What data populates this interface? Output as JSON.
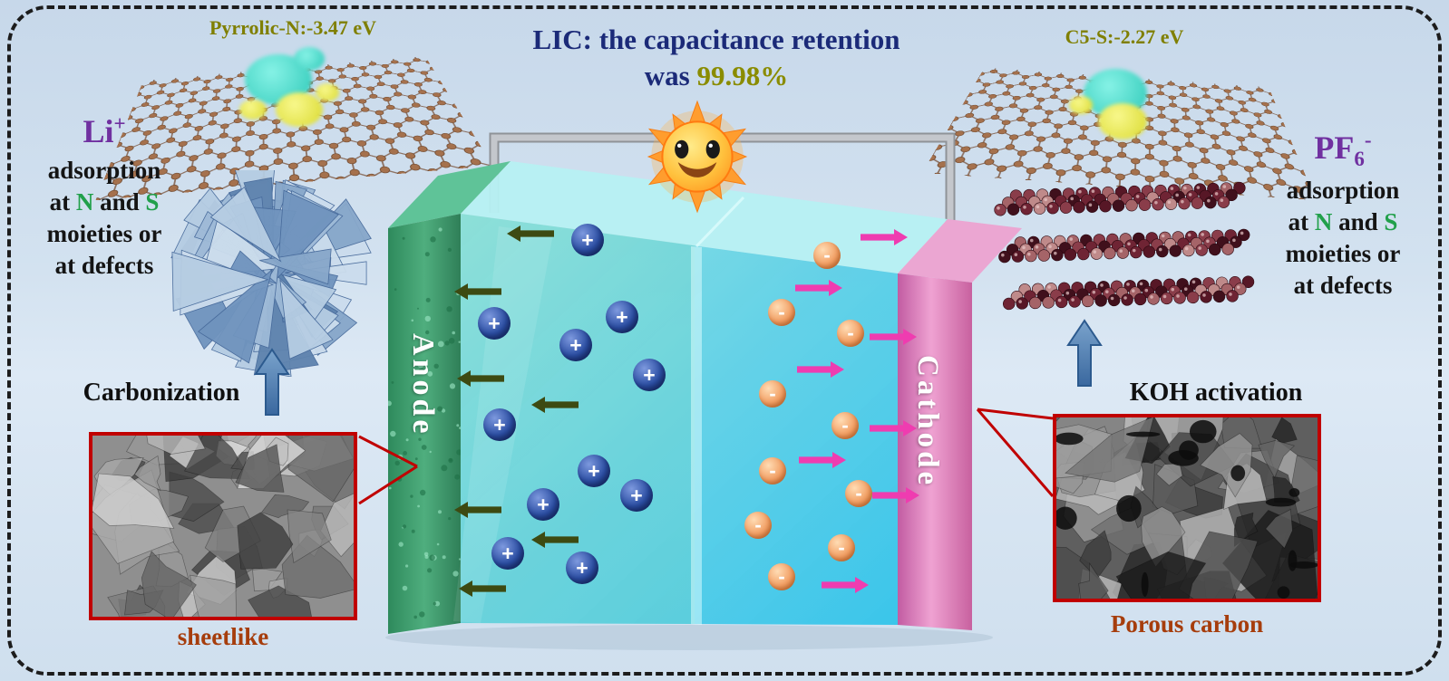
{
  "colors": {
    "background": "#cfdfee",
    "frame_border": "#1c1c1c",
    "title_text": "#1b2a78",
    "retention_value": "#8a8c00",
    "molecule_label": "#7f7f00",
    "ion_label": "#7030a0",
    "heteroatom_green": "#21a04a",
    "caption_brown": "#a63d0c",
    "sem_border": "#c00000",
    "process_arrow_blue": "#4f7fb5",
    "anode_green": "#3f9e71",
    "cathode_pink": "#d873b5",
    "cation_blue": "#2c4fa4",
    "anion_orange": "#f2a065",
    "cation_arrow": "#3d4a12",
    "anion_arrow": "#ef3cb0"
  },
  "title": {
    "line1": "LIC: the capacitance retention",
    "line2_prefix": "was ",
    "retention": "99.98%"
  },
  "left_panel": {
    "molecule_label": "Pyrrolic-N:-3.47 eV",
    "ion_base": "Li",
    "ion_sup": "+",
    "lines": {
      "l1": "adsorption",
      "l2_pre": "at ",
      "l2_n": "N",
      "l2_mid": " and ",
      "l2_s": "S",
      "l3": "moieties or",
      "l4": "at  defects"
    },
    "process_label": "Carbonization",
    "sem_caption": "sheetlike"
  },
  "right_panel": {
    "molecule_label": "C5-S:-2.27 eV",
    "ion_base": "PF",
    "ion_sub": "6",
    "ion_sup": "-",
    "lines": {
      "l1": "adsorption",
      "l2_pre": "at ",
      "l2_n": "N",
      "l2_mid": " and ",
      "l2_s": "S",
      "l3": "moieties or",
      "l4": "at  defects"
    },
    "process_label": "KOH activation",
    "sem_caption": "Porous carbon"
  },
  "cell": {
    "anode_label": "Anode",
    "cathode_label": "Cathode",
    "cation_symbol": "+",
    "anion_symbol": "-"
  }
}
